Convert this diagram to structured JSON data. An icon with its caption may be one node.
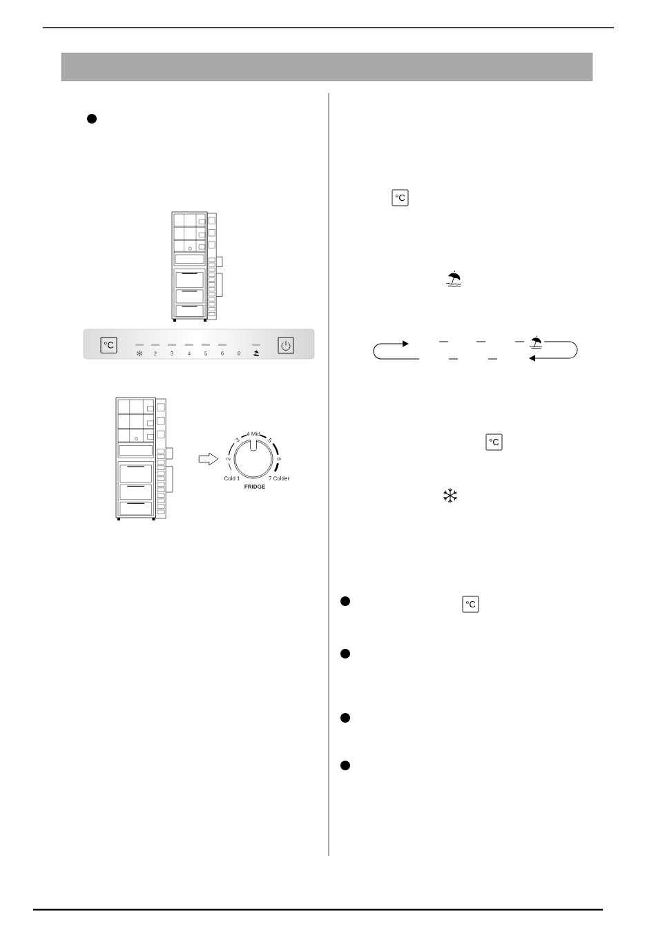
{
  "diagram": {
    "nodes": [
      {
        "text": [],
        "shape": "picture"
      },
      {
        "text": [
          "4 Mid",
          "3",
          "5",
          "2",
          "6",
          "Cold 1",
          "7 Colder",
          "FRIDGE"
        ]
      }
    ],
    "edges": [
      {
        "from": 0,
        "to": 1,
        "arrow": "to"
      }
    ],
    "labels": [
      "°C",
      "2",
      "3",
      "4",
      "5",
      "6",
      "8",
      "°C",
      "°C",
      "°C"
    ]
  }
}
